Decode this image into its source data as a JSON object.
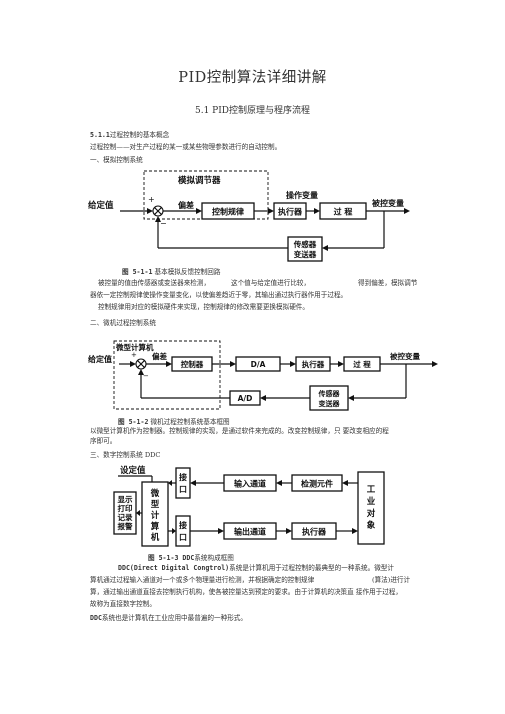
{
  "doc": {
    "title": "PID控制算法详细讲解",
    "subtitle": "5.1 PID控制原理与程序流程",
    "section_num": "5.1.1",
    "section_title": "过程控制的基本概念",
    "intro": "过程控制——对生产过程的某一或某些物理参数进行的自动控制。",
    "h1": "一、模拟控制系统",
    "h2": "二、微机过程控制系统",
    "h3": "三、数字控制系统 DDC"
  },
  "fig1": {
    "frame_label": "模拟调节器",
    "input": "给定值",
    "plus": "+",
    "minus": "−",
    "error": "偏差",
    "controller": "控制规律",
    "op_var": "操作变量",
    "actuator": "执行器",
    "process": "过 程",
    "output": "被控变量",
    "sensor_l1": "传感器",
    "sensor_l2": "变送器",
    "caption_num": "图 5-1-1",
    "caption": "基本模拟反馈控制回路"
  },
  "para1": {
    "l1a": "被控量的值由传感器或变送器来检测，",
    "l1b": "这个值与给定值进行比较，",
    "l1c": "得到偏差，模拟调节",
    "l2": "器依一定控制规律使操作变量变化，以使偏差趋近于零，其输出通过执行器作用于过程。",
    "l3": "控制规律用对应的模拟硬件来实现，控制规律的修改需要更换模拟硬件。"
  },
  "fig2": {
    "frame_label": "微型计算机",
    "input": "给定值",
    "plus": "+",
    "minus": "−",
    "error": "偏差",
    "controller": "控制器",
    "da": "D/A",
    "actuator": "执行器",
    "process": "过 程",
    "output": "被控变量",
    "ad": "A/D",
    "sensor_l1": "传感器",
    "sensor_l2": "变送器",
    "caption_num": "图 5-1-2",
    "caption": "微机过程控制系统基本框图"
  },
  "para2": {
    "l1": "以微型计算机作为控制器。控制规律的实现，是通过软件来完成的。改变控制规律，只  要改变相应的程",
    "l2": "序即可。"
  },
  "fig3": {
    "setpoint": "设定值",
    "display": [
      "显示",
      "打印",
      "记录",
      "报警"
    ],
    "computer": [
      "微",
      "型",
      "计",
      "算",
      "机"
    ],
    "iface1": [
      "接",
      "口"
    ],
    "iface2": [
      "接",
      "口"
    ],
    "in_channel": "输入通道",
    "detector": "检测元件",
    "plant": [
      "工",
      "业",
      "对",
      "象"
    ],
    "out_channel": "输出通道",
    "actuator": "执行器",
    "caption_num": "图 5-1-3 DDC",
    "caption": "系统构成框图"
  },
  "para3": {
    "l1_bold": "DDC(Direct Digital Congtrol)",
    "l1": "系统是计算机用于过程控制的最典型的一种系统。微型计",
    "l2a": "算机通过过程输入通道对一个或多个物理量进行检测，并根据确定的控制规律",
    "l2b": "(算法)",
    "l2c": "进行计",
    "l3": "算，通过输出通道直接去控制执行机构，使各被控量达到预定的要求。由于计算机的决策直  接作用于过程，",
    "l4": "故称为直接数字控制。",
    "l5_bold": "DDC",
    "l5": "系统也是计算机在工业应用中最普遍的一种形式。"
  }
}
